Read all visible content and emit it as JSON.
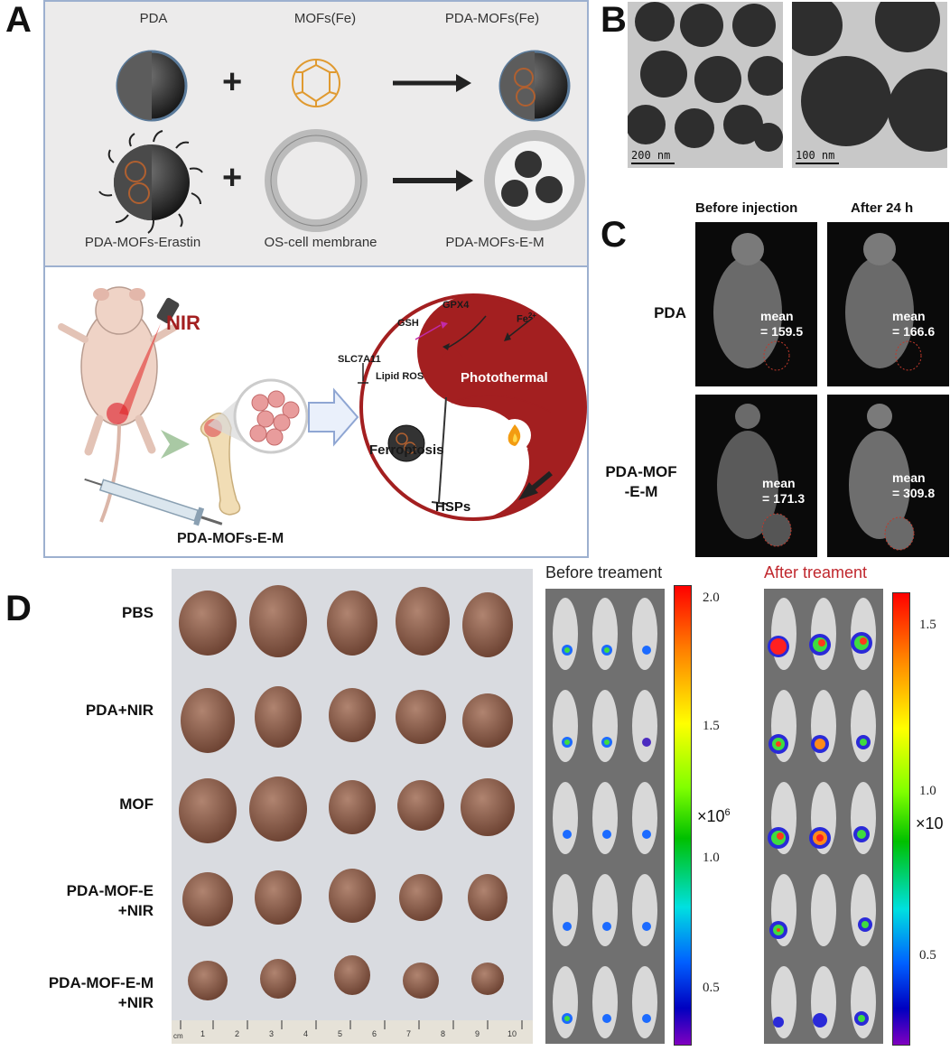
{
  "panel_letters": {
    "a": "A",
    "b": "B",
    "c": "C",
    "d": "D"
  },
  "panelA": {
    "top": {
      "pda": "PDA",
      "mofs": "MOFs(Fe)",
      "pda_mofs": "PDA-MOFs(Fe)",
      "pda_mofs_erastin": "PDA-MOFs-Erastin",
      "os_membrane": "OS-cell membrane",
      "pda_mofs_em": "PDA-MOFs-E-M",
      "plus": "+"
    },
    "bottom": {
      "nir": "NIR",
      "drug": "PDA-MOFs-E-M",
      "gpx4": "GPX4",
      "gsh": "GSH",
      "fe": "Fe",
      "fe_sup": "2+",
      "slc": "SLC7A11",
      "lipid_ros": "Lipid ROS",
      "photothermal": "Photothermal",
      "ferroptosis": "Ferroptosis",
      "heat": "Heat",
      "hsps": "HSPs"
    }
  },
  "panelB": {
    "scale1": "200 nm",
    "scale2": "100 nm"
  },
  "panelC": {
    "col1": "Before injection",
    "col2": "After 24 h",
    "rows": [
      {
        "label": "PDA",
        "before": "mean\n= 159.5",
        "after": "mean\n= 166.6"
      },
      {
        "label": "PDA-MOF\n-E-M",
        "before": "mean\n= 171.3",
        "after": "mean\n= 309.8"
      }
    ]
  },
  "panelD": {
    "rows": [
      "PBS",
      "PDA+NIR",
      "MOF",
      "PDA-MOF-E\n+NIR",
      "PDA-MOF-E-M\n+NIR"
    ],
    "ruler_unit": "cm",
    "ruler_nums": [
      "1",
      "2",
      "3",
      "4",
      "5",
      "6",
      "7",
      "8",
      "9",
      "10"
    ],
    "before_title": "Before treament",
    "after_title": "After treament",
    "before_ticks": [
      "2.0",
      "1.5",
      "1.0",
      "0.5"
    ],
    "before_mult": "×10",
    "before_mult_sup": "6",
    "after_ticks": [
      "1.5",
      "1.0",
      "0.5"
    ],
    "after_mult": "×10",
    "after_title_color": "#c0272d"
  }
}
